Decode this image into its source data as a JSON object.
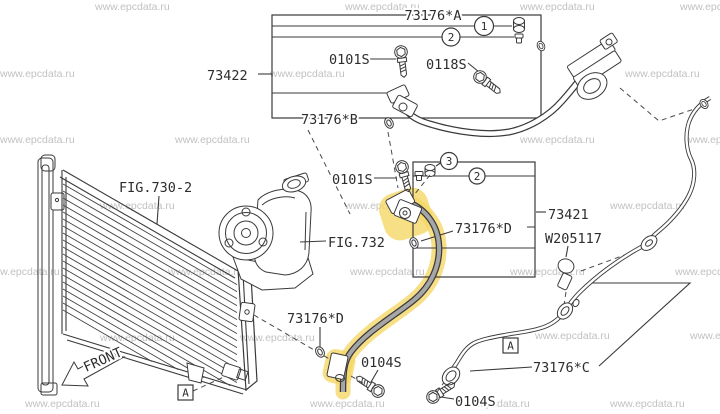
{
  "watermark": {
    "text": "www.epcdata.ru"
  },
  "labels": {
    "fig_730_2": "FIG.730-2",
    "fig_732": "FIG.732",
    "p_73422": "73422",
    "p_73176_a": "73176*A",
    "p_73176_b": "73176*B",
    "p_73176_c": "73176*C",
    "p_73176_d_box": "73176*D",
    "p_73176_d_lower": "73176*D",
    "p_73421": "73421",
    "p_w205117": "W205117",
    "p_0101s_top": "0101S",
    "p_0101s_mid": "0101S",
    "p_0118s": "0118S",
    "p_0104s_center": "0104S",
    "p_0104s_right": "0104S",
    "front": "FRONT"
  },
  "callouts": {
    "one": "1",
    "two": "2",
    "three": "3",
    "two_b": "2",
    "connector_a": "A"
  },
  "colors": {
    "line": "#3a3a3a",
    "highlight": "#f5d766",
    "watermark": "#c1c1c1",
    "text": "#2d2d2d"
  }
}
